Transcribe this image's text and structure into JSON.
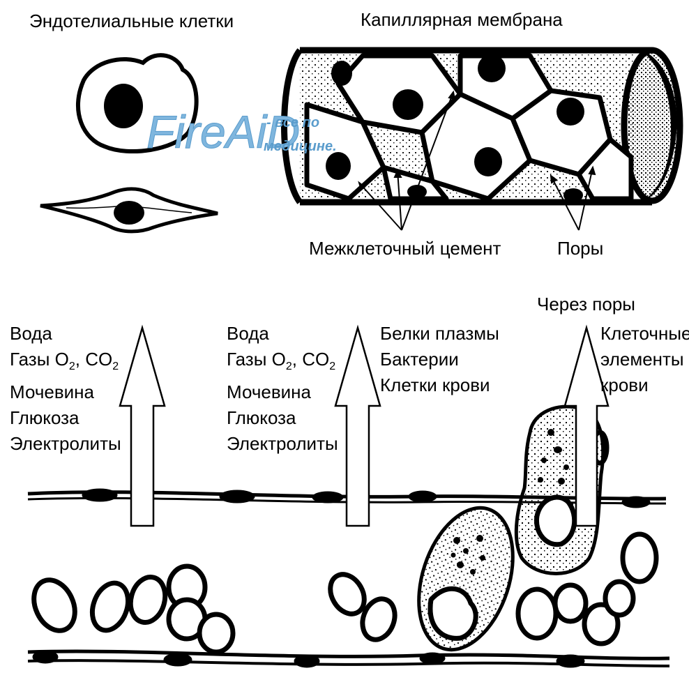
{
  "labels": {
    "endothelial_cells": "Эндотелиальные клетки",
    "capillary_membrane": "Капиллярная мембрана",
    "intercellular_cement": "Межклеточный цемент",
    "pores": "Поры",
    "through_pores": "Через поры"
  },
  "watermark": {
    "brand": "FireAiD",
    "tagline_line1": "- все по",
    "tagline_line2": "медицине."
  },
  "lists": {
    "left": [
      {
        "text": "Вода"
      },
      {
        "text": "Газы O",
        "sub1": "2",
        "mid": ", CO",
        "sub2": "2"
      },
      {
        "text": "Мочевина"
      },
      {
        "text": "Глюкоза"
      },
      {
        "text": "Электролиты"
      }
    ],
    "middle": [
      {
        "text": "Вода"
      },
      {
        "text": "Газы O",
        "sub1": "2",
        "mid": ", CO",
        "sub2": "2"
      },
      {
        "text": "Мочевина"
      },
      {
        "text": "Глюкоза"
      },
      {
        "text": "Электролиты"
      }
    ],
    "plasma": [
      "Белки плазмы",
      "Бактерии",
      "Клетки крови"
    ],
    "cellular": [
      "Клеточные",
      "элементы",
      "крови"
    ]
  },
  "colors": {
    "ink": "#000000",
    "watermark": "#7fb6de"
  }
}
